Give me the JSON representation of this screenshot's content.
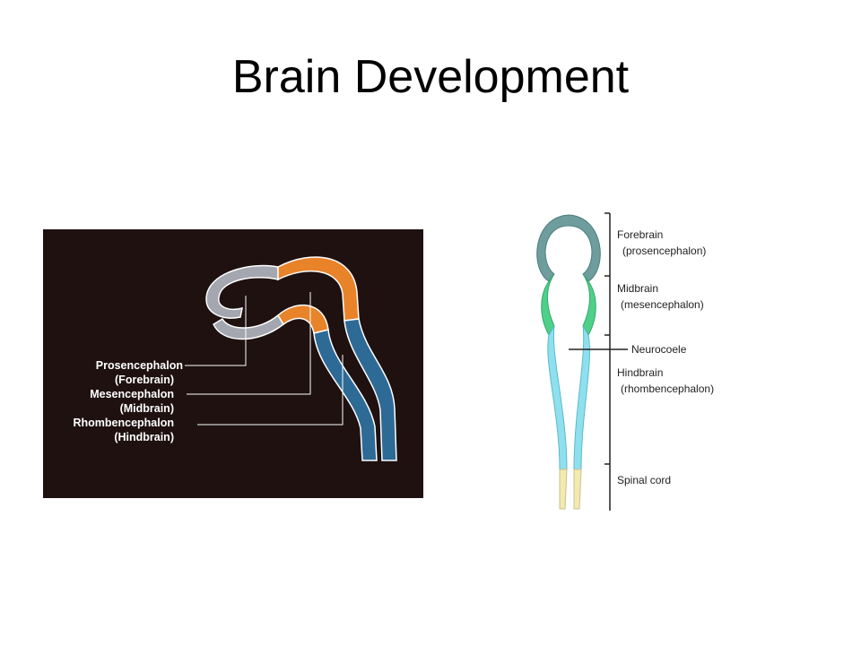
{
  "title": "Brain Development",
  "left_diagram": {
    "labels": [
      "Prosencephalon",
      "(Forebrain)",
      "Mesencephalon",
      "(Midbrain)",
      "Rhombencephalon",
      "(Hindbrain)"
    ],
    "colors": {
      "background": "#1e1110",
      "prosencephalon": "#a4a7b0",
      "mesencephalon": "#e8832a",
      "rhombencephalon": "#2e6a96"
    }
  },
  "right_diagram": {
    "labels": {
      "forebrain": "Forebrain",
      "forebrain_sub": "(prosencephalon)",
      "midbrain": "Midbrain",
      "midbrain_sub": "(mesencephalon)",
      "neurocoele": "Neurocoele",
      "hindbrain": "Hindbrain",
      "hindbrain_sub": "(rhombencephalon)",
      "spinal_cord": "Spinal cord"
    },
    "colors": {
      "forebrain": "#6f9c9c",
      "midbrain": "#4fd08a",
      "hindbrain": "#8fe0ee",
      "spinal_cord": "#f3eab0"
    }
  }
}
